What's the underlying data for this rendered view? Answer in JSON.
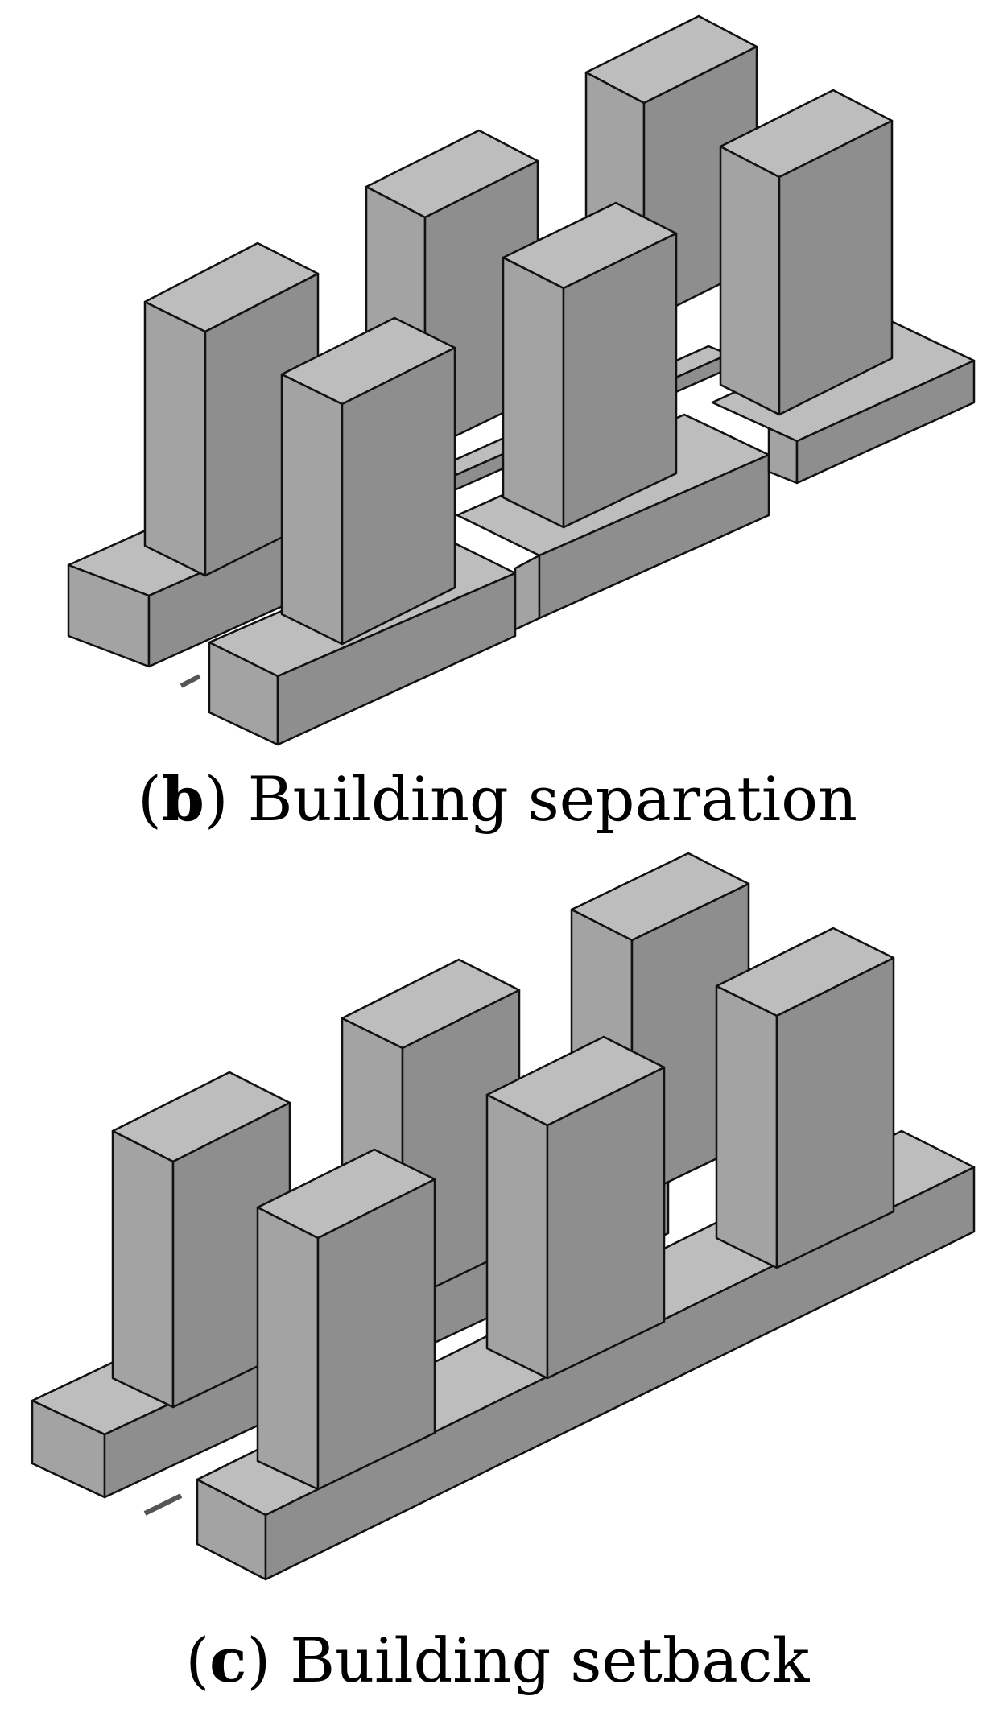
{
  "figure": {
    "panels": [
      {
        "letter": "b",
        "title": "Building separation"
      },
      {
        "letter": "c",
        "title": "Building setback"
      }
    ],
    "colors": {
      "top_face": "#bdbdbd",
      "left_face": "#a3a3a3",
      "right_face": "#8e8e8e",
      "edge": "#111111",
      "background": "#ffffff"
    }
  }
}
